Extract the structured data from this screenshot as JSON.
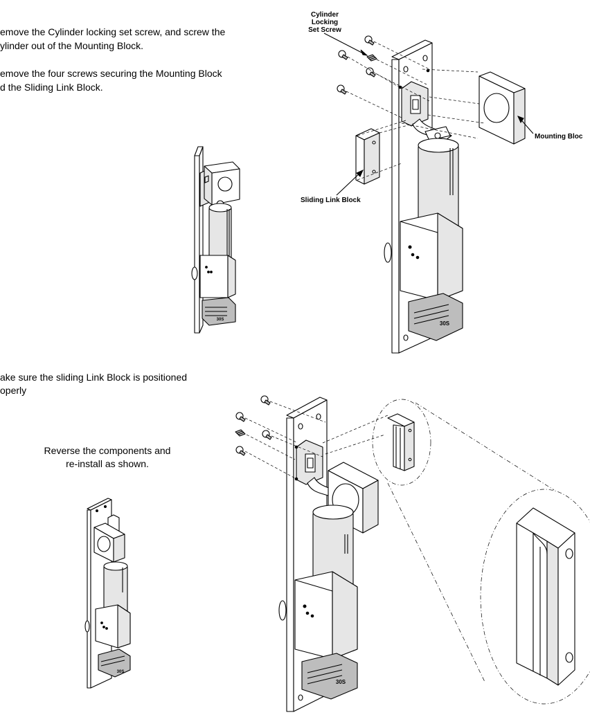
{
  "steps": {
    "step1_line1": "emove the Cylinder locking set screw, and screw the",
    "step1_line2": "ylinder out of the Mounting Block.",
    "step2_line1": "emove the four screws securing the Mounting Block",
    "step2_line2": "d the Sliding Link Block.",
    "step3_line1": "ake sure the sliding Link Block is positioned",
    "step3_line2": "operly",
    "step4_line1": "Reverse the components and",
    "step4_line2": "re-install as shown."
  },
  "callouts": {
    "cyl_line1": "Cylinder",
    "cyl_line2": "Locking",
    "cyl_line3": "Set Screw",
    "mounting_block": "Mounting Bloc",
    "sliding_link_block": "Sliding Link Block",
    "unit_marking": "30S"
  }
}
